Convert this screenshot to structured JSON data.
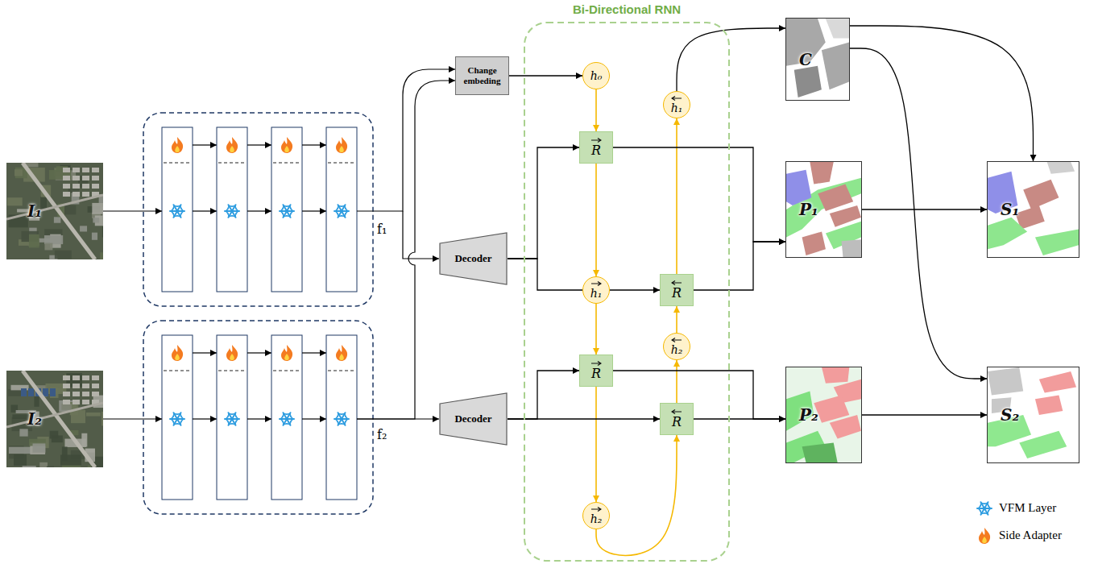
{
  "diagram": {
    "nodes": [
      {
        "text": [
          "I₁"
        ]
      },
      {
        "text": [
          "I₂"
        ]
      },
      {
        "text": [
          "Change embeding"
        ]
      },
      {
        "text": [
          "Decoder"
        ]
      },
      {
        "text": [
          "Decoder"
        ]
      },
      {
        "text": [
          "Bi-Directional RNN"
        ]
      },
      {
        "text": [
          "h₀"
        ],
        "in": 5
      },
      {
        "text": [
          "h₁"
        ],
        "in": 5
      },
      {
        "text": [
          "R"
        ],
        "in": 5
      },
      {
        "text": [
          "h₁"
        ],
        "in": 5
      },
      {
        "text": [
          "R"
        ],
        "in": 5
      },
      {
        "text": [
          "h₂"
        ],
        "in": 5
      },
      {
        "text": [
          "R"
        ],
        "in": 5
      },
      {
        "text": [
          "R"
        ],
        "in": 5
      },
      {
        "text": [
          "h₂"
        ],
        "in": 5
      },
      {
        "text": [
          "C"
        ]
      },
      {
        "text": [
          "P₁"
        ]
      },
      {
        "text": [
          "P₂"
        ]
      },
      {
        "text": [
          "S₁"
        ]
      },
      {
        "text": [
          "S₂"
        ]
      }
    ],
    "edges": [
      {
        "from": 2,
        "to": 6,
        "arrow": "to"
      },
      {
        "from": 6,
        "to": 8,
        "arrow": "to"
      },
      {
        "from": 8,
        "to": 9,
        "arrow": "to"
      },
      {
        "from": 9,
        "to": 12,
        "arrow": "to"
      },
      {
        "from": 12,
        "to": 14,
        "arrow": "to"
      },
      {
        "from": 14,
        "to": 13,
        "arrow": "to"
      },
      {
        "from": 13,
        "to": 11,
        "arrow": "to"
      },
      {
        "from": 11,
        "to": 10,
        "arrow": "to"
      },
      {
        "from": 10,
        "to": 7,
        "arrow": "to"
      },
      {
        "from": 7,
        "to": 15,
        "arrow": "to"
      },
      {
        "from": 3,
        "to": 8,
        "arrow": "to"
      },
      {
        "from": 3,
        "to": 9,
        "arrow": "none"
      },
      {
        "from": 9,
        "to": 10,
        "arrow": "to"
      },
      {
        "from": 4,
        "to": 12,
        "arrow": "to"
      },
      {
        "from": 4,
        "to": 13,
        "arrow": "to"
      },
      {
        "from": 8,
        "to": 16,
        "arrow": "to"
      },
      {
        "from": 10,
        "to": 16,
        "arrow": "to"
      },
      {
        "from": 12,
        "to": 17,
        "arrow": "to"
      },
      {
        "from": 13,
        "to": 17,
        "arrow": "to"
      },
      {
        "from": 15,
        "to": 18,
        "arrow": "to"
      },
      {
        "from": 15,
        "to": 19,
        "arrow": "to"
      },
      {
        "from": 16,
        "to": 18,
        "arrow": "to"
      },
      {
        "from": 17,
        "to": 19,
        "arrow": "to"
      }
    ],
    "labels": [
      "f₁",
      "f₂"
    ],
    "legend": [
      {
        "text": "VFM Layer"
      },
      {
        "text": "Side Adapter"
      }
    ]
  }
}
